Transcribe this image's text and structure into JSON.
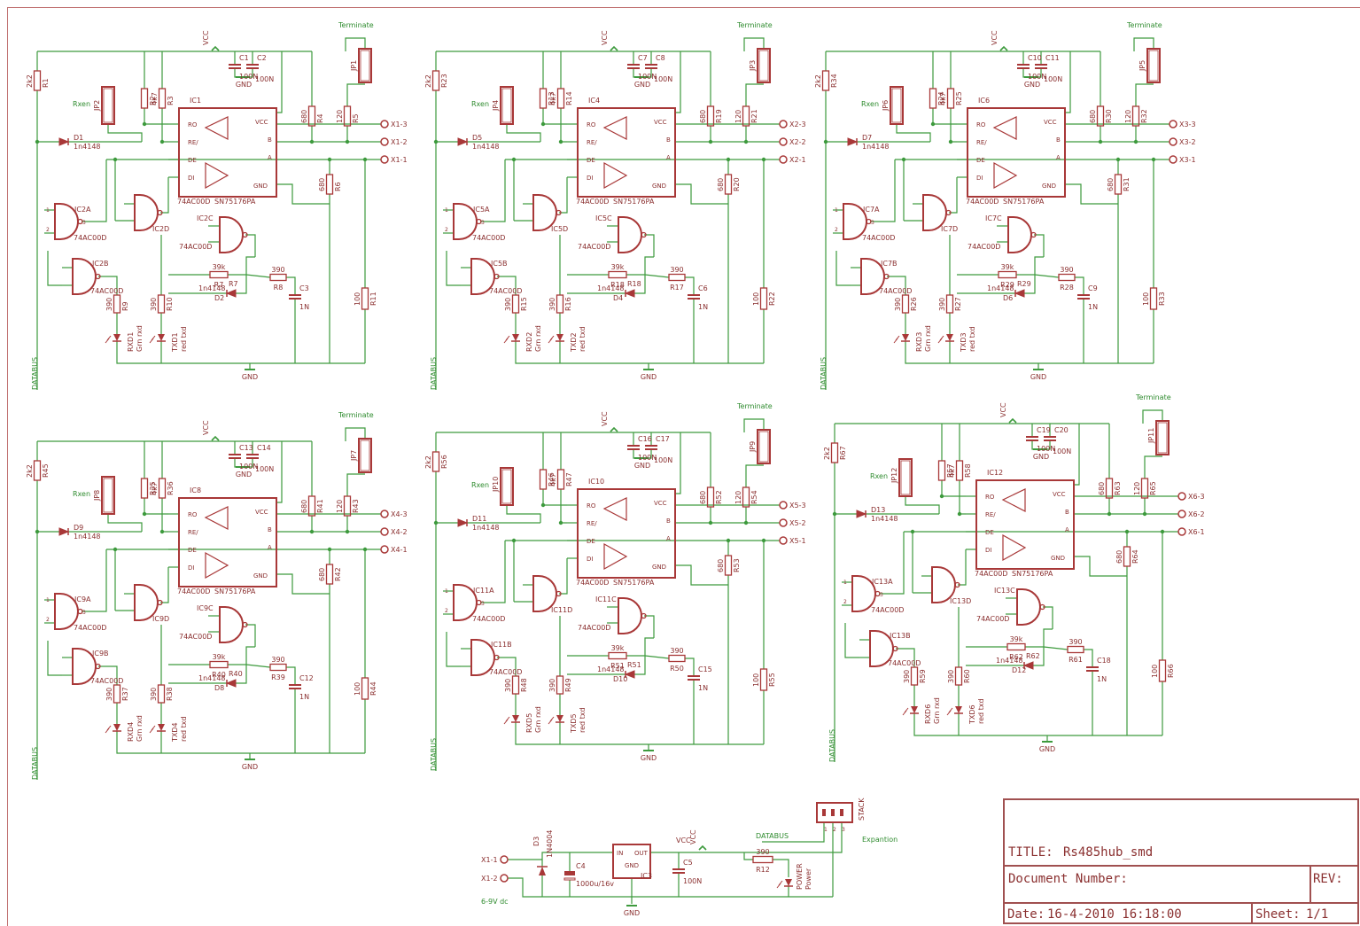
{
  "colors": {
    "wire": "#3d9a3d",
    "part": "#a83838",
    "text_part": "#8a2f2f",
    "text_net": "#2e8b2e",
    "bg": "#ffffff"
  },
  "net_labels": {
    "vcc": "VCC",
    "gnd": "GND",
    "databus": "DATABUS",
    "terminate": "Terminate",
    "rxen": "Rxen",
    "expansion": "Expantion",
    "supply": "6-9V dc",
    "databus_exp": "DATABUS"
  },
  "chip_pins": {
    "ro": "RO",
    "re": "RE/",
    "de": "DE",
    "di": "DI",
    "vcc": "VCC",
    "b": "B",
    "a": "A",
    "gnd": "GND"
  },
  "part_values": {
    "c100n": "100N",
    "r2k2": "2k2",
    "r4k7": "4k7",
    "r680": "680",
    "r120": "120",
    "r390": "390",
    "r39k": "39k",
    "r100": "100",
    "c1n": "1N",
    "diode": "1n4148",
    "gate": "74AC00D",
    "driver": "SN75176PA",
    "led_rx": "Grn rxd",
    "led_tx": "red txd"
  },
  "blocks": [
    {
      "ic": "IC1",
      "r_top": "R1",
      "jp_rx": "JP2",
      "r_pu1": "R2",
      "r_pu2": "R3",
      "c_a": "C1",
      "c_b": "C2",
      "r_b680": "R4",
      "r_120": "R5",
      "jp_term": "JP1",
      "d_in": "D1",
      "r_a680": "R6",
      "nand_a": "IC2A",
      "nand_d": "IC2D",
      "nand_c": "IC2C",
      "nand_b": "IC2B",
      "r_led_rx": "R9",
      "r_led_tx": "R10",
      "led_rx": "RXD1",
      "led_tx": "TXD1",
      "r_39k": "R7",
      "d_fb": "D2",
      "r_390": "R8",
      "c_1n": "C3",
      "r_100": "R11",
      "conn": [
        "X1-3",
        "X1-2",
        "X1-1"
      ]
    },
    {
      "ic": "IC4",
      "r_top": "R23",
      "jp_rx": "JP4",
      "r_pu1": "R13",
      "r_pu2": "R14",
      "c_a": "C7",
      "c_b": "C8",
      "r_b680": "R19",
      "r_120": "R21",
      "jp_term": "JP3",
      "d_in": "D5",
      "r_a680": "R20",
      "nand_a": "IC5A",
      "nand_d": "IC5D",
      "nand_c": "IC5C",
      "nand_b": "IC5B",
      "r_led_rx": "R15",
      "r_led_tx": "R16",
      "led_rx": "RXD2",
      "led_tx": "TXD2",
      "r_39k": "R18",
      "d_fb": "D4",
      "r_390": "R17",
      "c_1n": "C6",
      "r_100": "R22",
      "conn": [
        "X2-3",
        "X2-2",
        "X2-1"
      ]
    },
    {
      "ic": "IC6",
      "r_top": "R34",
      "jp_rx": "JP6",
      "r_pu1": "R24",
      "r_pu2": "R25",
      "c_a": "C10",
      "c_b": "C11",
      "r_b680": "R30",
      "r_120": "R32",
      "jp_term": "JP5",
      "d_in": "D7",
      "r_a680": "R31",
      "nand_a": "IC7A",
      "nand_d": "IC7D",
      "nand_c": "IC7C",
      "nand_b": "IC7B",
      "r_led_rx": "R26",
      "r_led_tx": "R27",
      "led_rx": "RXD3",
      "led_tx": "TXD3",
      "r_39k": "R29",
      "d_fb": "D6",
      "r_390": "R28",
      "c_1n": "C9",
      "r_100": "R33",
      "conn": [
        "X3-3",
        "X3-2",
        "X3-1"
      ]
    },
    {
      "ic": "IC8",
      "r_top": "R45",
      "jp_rx": "JP8",
      "r_pu1": "R35",
      "r_pu2": "R36",
      "c_a": "C13",
      "c_b": "C14",
      "r_b680": "R41",
      "r_120": "R43",
      "jp_term": "JP7",
      "d_in": "D9",
      "r_a680": "R42",
      "nand_a": "IC9A",
      "nand_d": "IC9D",
      "nand_c": "IC9C",
      "nand_b": "IC9B",
      "r_led_rx": "R37",
      "r_led_tx": "R38",
      "led_rx": "RXD4",
      "led_tx": "TXD4",
      "r_39k": "R40",
      "d_fb": "D8",
      "r_390": "R39",
      "c_1n": "C12",
      "r_100": "R44",
      "conn": [
        "X4-3",
        "X4-2",
        "X4-1"
      ]
    },
    {
      "ic": "IC10",
      "r_top": "R56",
      "jp_rx": "JP10",
      "r_pu1": "R46",
      "r_pu2": "R47",
      "c_a": "C16",
      "c_b": "C17",
      "r_b680": "R52",
      "r_120": "R54",
      "jp_term": "JP9",
      "d_in": "D11",
      "r_a680": "R53",
      "nand_a": "IC11A",
      "nand_d": "IC11D",
      "nand_c": "IC11C",
      "nand_b": "IC11B",
      "r_led_rx": "R48",
      "r_led_tx": "R49",
      "led_rx": "RXD5",
      "led_tx": "TXD5",
      "r_39k": "R51",
      "d_fb": "D10",
      "r_390": "R50",
      "c_1n": "C15",
      "r_100": "R55",
      "conn": [
        "X5-3",
        "X5-2",
        "X5-1"
      ]
    },
    {
      "ic": "IC12",
      "r_top": "R67",
      "jp_rx": "JP12",
      "r_pu1": "R57",
      "r_pu2": "R58",
      "c_a": "C19",
      "c_b": "C20",
      "r_b680": "R63",
      "r_120": "R65",
      "jp_term": "JP11",
      "d_in": "D13",
      "r_a680": "R64",
      "nand_a": "IC13A",
      "nand_d": "IC13D",
      "nand_c": "IC13C",
      "nand_b": "IC13B",
      "r_led_rx": "R59",
      "r_led_tx": "R60",
      "led_rx": "RXD6",
      "led_tx": "TXD6",
      "r_39k": "R62",
      "d_fb": "D12",
      "r_390": "R61",
      "c_1n": "C18",
      "r_100": "R66",
      "conn": [
        "X6-3",
        "X6-2",
        "X6-1"
      ]
    }
  ],
  "power": {
    "x1": "X1-1",
    "x2": "X1-2",
    "diode": "D3",
    "diode_val": "1N4004",
    "cap": "C4",
    "cap_val": "1000u/16v",
    "reg": "IC3",
    "reg_in": "IN",
    "reg_out": "OUT",
    "reg_gnd": "GND",
    "cap2": "C5",
    "cap2_val": "100N",
    "res": "R12",
    "res_val": "390",
    "led": "POWER",
    "led_val": "Power",
    "stack": "STACK",
    "stack_pins": [
      "1",
      "2",
      "3"
    ]
  },
  "title_block": {
    "title_label": "TITLE:",
    "title": "Rs485hub_smd",
    "docnum_label": "Document Number:",
    "rev_label": "REV:",
    "date_label": "Date:",
    "date": "16-4-2010 16:18:00",
    "sheet_label": "Sheet:",
    "sheet": "1/1"
  }
}
